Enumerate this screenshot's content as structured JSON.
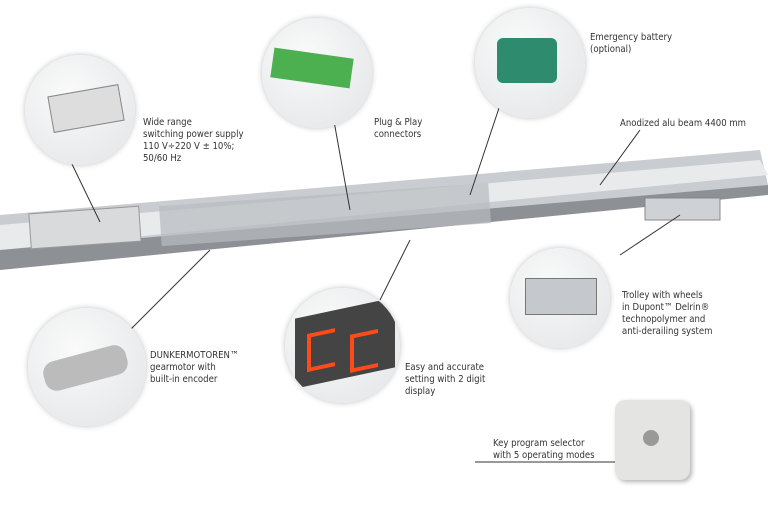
{
  "labels": {
    "power": "Wide range\nswitching power supply\n110 V÷220 V ± 10%;\n50/60 Hz",
    "connectors": "Plug & Play\nconnectors",
    "battery": "Emergency battery\n(optional)",
    "beam": "Anodized alu beam 4400 mm",
    "trolley": "Trolley with wheels\nin Dupont™ Delrin®\ntechnopolymer and\nanti-derailing system",
    "motor": "DUNKERMOTOREN™\ngearmotor with\nbuilt-in encoder",
    "display": "Easy and accurate\nsetting with 2 digit\ndisplay",
    "selector": "Key program selector\nwith 5 operating modes"
  },
  "colors": {
    "display_digits": "#ff4a1a",
    "connectors": "#4caf50",
    "battery": "#2e8b6e"
  }
}
